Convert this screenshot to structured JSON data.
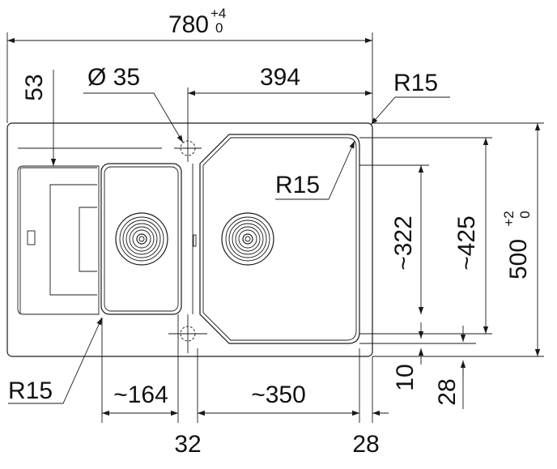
{
  "drawing": {
    "overall_width": {
      "value": "780",
      "tol_upper": "+4",
      "tol_lower": "0"
    },
    "overall_depth": {
      "value": "500",
      "tol_upper": "+2",
      "tol_lower": "0"
    },
    "tap_hole_diameter": "Ø 35",
    "tap_hole_offset": "53",
    "main_bowl_offset": "394",
    "radius_labels": [
      "R15",
      "R15",
      "R15"
    ],
    "bowl_depth_inner": "~322",
    "bowl_depth_outer": "~425",
    "small_bowl_width": "~164",
    "main_bowl_width": "~350",
    "divider_width": "32",
    "right_rim": "28",
    "front_offset_small": "10",
    "front_offset_large": "28"
  }
}
